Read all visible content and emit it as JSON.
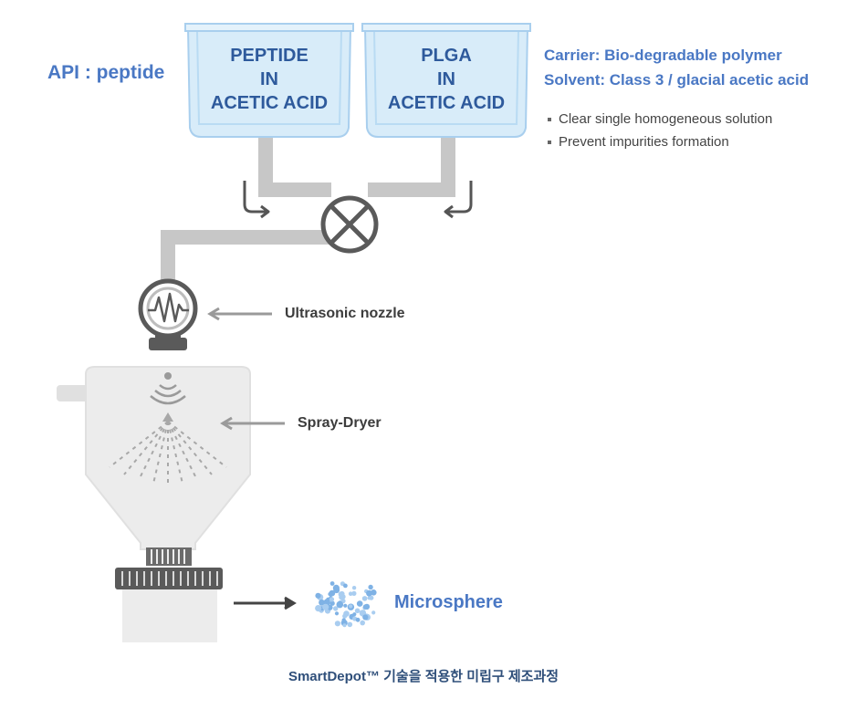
{
  "api_label": "API : peptide",
  "tanks": [
    {
      "lines": [
        "PEPTIDE",
        "IN",
        "ACETIC ACID"
      ]
    },
    {
      "lines": [
        "PLGA",
        "IN",
        "ACETIC ACID"
      ]
    }
  ],
  "notes": {
    "carrier": "Carrier: Bio-degradable polymer",
    "solvent": "Solvent: Class 3 / glacial acetic acid",
    "bullets": [
      "Clear single homogeneous solution",
      "Prevent impurities formation"
    ]
  },
  "labels": {
    "ultrasonic_nozzle": "Ultrasonic nozzle",
    "spray_dryer": "Spray-Dryer",
    "microsphere": "Microsphere"
  },
  "caption": "SmartDepot™ 기술을 적용한 미립구 제조과정",
  "colors": {
    "accent_blue": "#4a78c4",
    "tank_fill": "#d6eaf8",
    "pipe_gray": "#c4c4c4",
    "dark_gray": "#555555",
    "particle_blue": "#7fb2e5"
  }
}
